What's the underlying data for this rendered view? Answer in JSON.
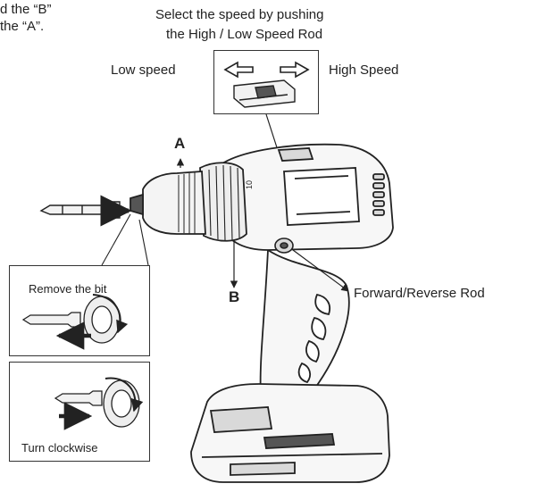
{
  "instructions": {
    "cut_line_1": "d the “B”",
    "cut_line_2": "the “A”."
  },
  "speed_selector": {
    "title_line_1": "Select the speed by pushing",
    "title_line_2": "the High / Low Speed Rod",
    "low_label": "Low speed",
    "high_label": "High Speed"
  },
  "markers": {
    "a": "A",
    "b": "B"
  },
  "forward_reverse_label": "Forward/Reverse Rod",
  "insets": {
    "remove_label": "Remove the bit",
    "turn_label": "Turn clockwise"
  },
  "colors": {
    "ink": "#222222",
    "fill_light": "#f2f2f2",
    "fill_mid": "#d9d9d9",
    "fill_dark": "#555555"
  }
}
